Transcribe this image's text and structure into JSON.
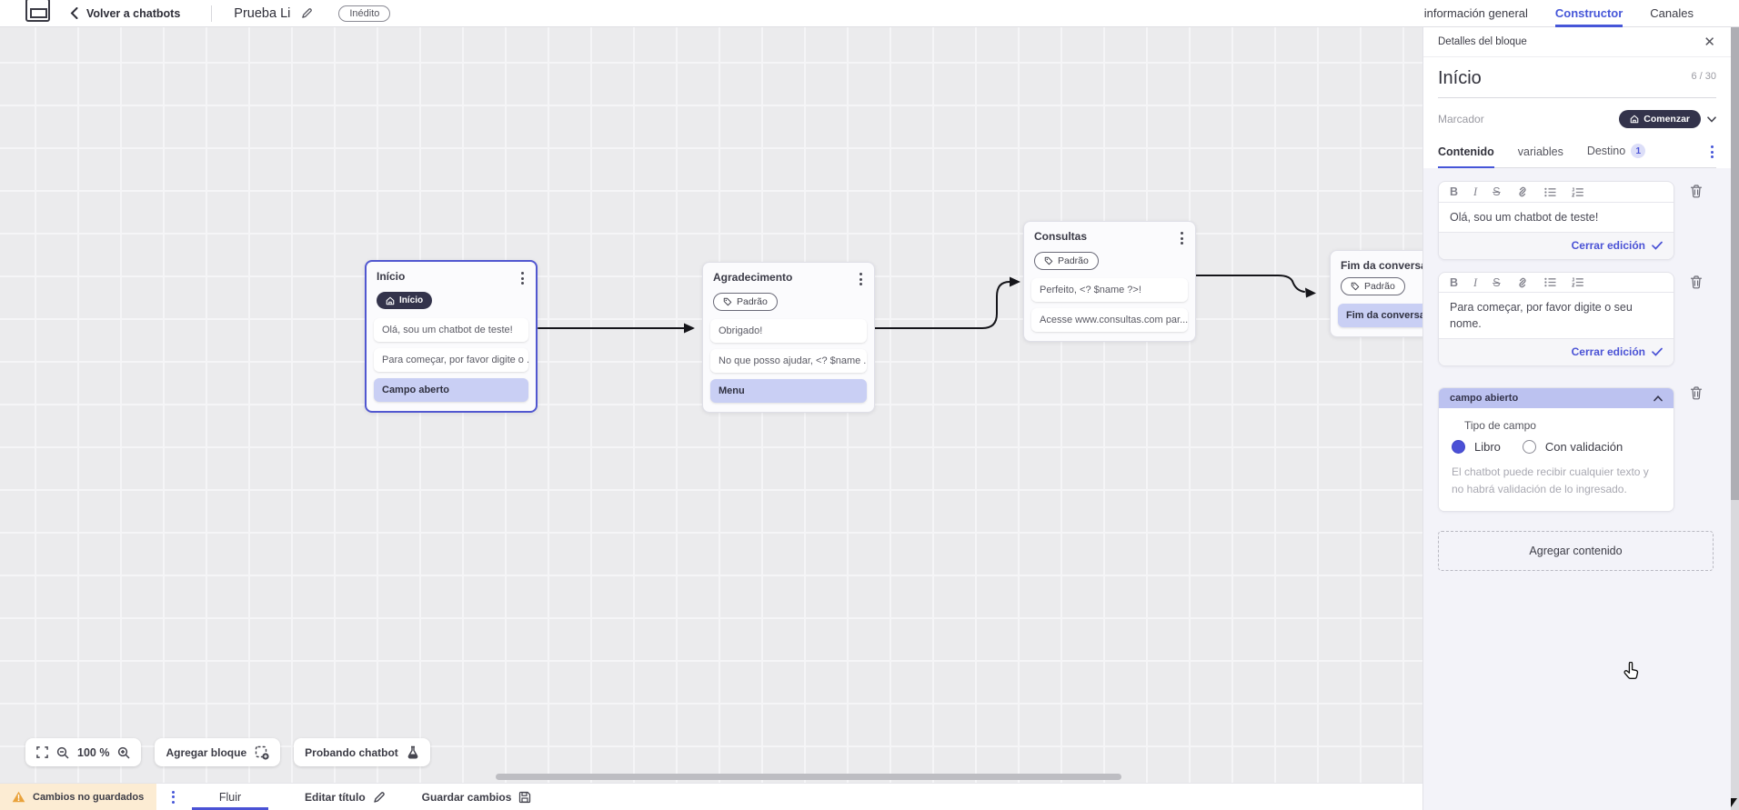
{
  "header": {
    "back_label": "Volver a chatbots",
    "doc_title": "Prueba Li",
    "status_badge": "Inédito",
    "nav_tabs": [
      {
        "label": "información general",
        "active": false
      },
      {
        "label": "Constructor",
        "active": true
      },
      {
        "label": "Canales",
        "active": false
      }
    ]
  },
  "canvas": {
    "blocks": [
      {
        "title": "Início",
        "badge": {
          "label": "Início",
          "style": "dark",
          "icon": "house-icon"
        },
        "selected": true,
        "items": [
          {
            "text": "Olá, sou um chatbot de teste!",
            "kind": "message"
          },
          {
            "text": "Para começar, por favor digite o ...",
            "kind": "message"
          },
          {
            "text": "Campo aberto",
            "kind": "action"
          }
        ]
      },
      {
        "title": "Agradecimento",
        "badge": {
          "label": "Padrão",
          "style": "outline",
          "icon": "tag-icon"
        },
        "selected": false,
        "items": [
          {
            "text": "Obrigado!",
            "kind": "message"
          },
          {
            "text": "No que posso ajudar, <? $name ...",
            "kind": "message"
          },
          {
            "text": "Menu",
            "kind": "action"
          }
        ]
      },
      {
        "title": "Consultas",
        "badge": {
          "label": "Padrão",
          "style": "outline",
          "icon": "tag-icon"
        },
        "selected": false,
        "items": [
          {
            "text": "Perfeito, <? $name ?>!",
            "kind": "message"
          },
          {
            "text": "Acesse www.consultas.com par...",
            "kind": "message"
          }
        ]
      },
      {
        "title": "Fim da conversa",
        "badge": {
          "label": "Padrão",
          "style": "outline",
          "icon": "tag-icon"
        },
        "selected": false,
        "items": [
          {
            "text": "Fim da conversa",
            "kind": "action"
          }
        ]
      }
    ],
    "toolbar": {
      "zoom_level": "100 %",
      "add_block_label": "Agregar bloque",
      "test_label": "Probando chatbot"
    }
  },
  "panel": {
    "title": "Detalles del bloque",
    "block_name": "Início",
    "name_counter": "6 / 30",
    "marker_label": "Marcador",
    "marker_value": "Comenzar",
    "tabs": [
      {
        "label": "Contenido",
        "active": true
      },
      {
        "label": "variables",
        "active": false
      },
      {
        "label": "Destino",
        "active": false,
        "badge": "1"
      }
    ],
    "editors": [
      {
        "text": "Olá, sou um chatbot de teste!",
        "close_label": "Cerrar edición"
      },
      {
        "text": "Para começar, por favor digite o seu nome.",
        "close_label": "Cerrar edición"
      }
    ],
    "open_field": {
      "header": "campo abierto",
      "type_label": "Tipo de campo",
      "options": [
        {
          "label": "Libro",
          "selected": true
        },
        {
          "label": "Con validación",
          "selected": false
        }
      ],
      "hint": "El chatbot puede recibir cualquier texto y no habrá validación de lo ingresado."
    },
    "add_content_label": "Agregar contenido"
  },
  "footer": {
    "unsaved_label": "Cambios no guardados",
    "flow_tab": "Fluir",
    "edit_title_label": "Editar título",
    "save_label": "Guardar cambios"
  },
  "colors": {
    "accent_blue": "#4656d8",
    "selected_border": "#5157d0",
    "lavender_item": "#c9cff4",
    "panel_bg": "#f3f3f9",
    "field_header_bg": "#bcc2f0",
    "dark_pill": "#33334b",
    "warning_bg": "#fcecd3",
    "warning_icon": "#e9a23b"
  }
}
